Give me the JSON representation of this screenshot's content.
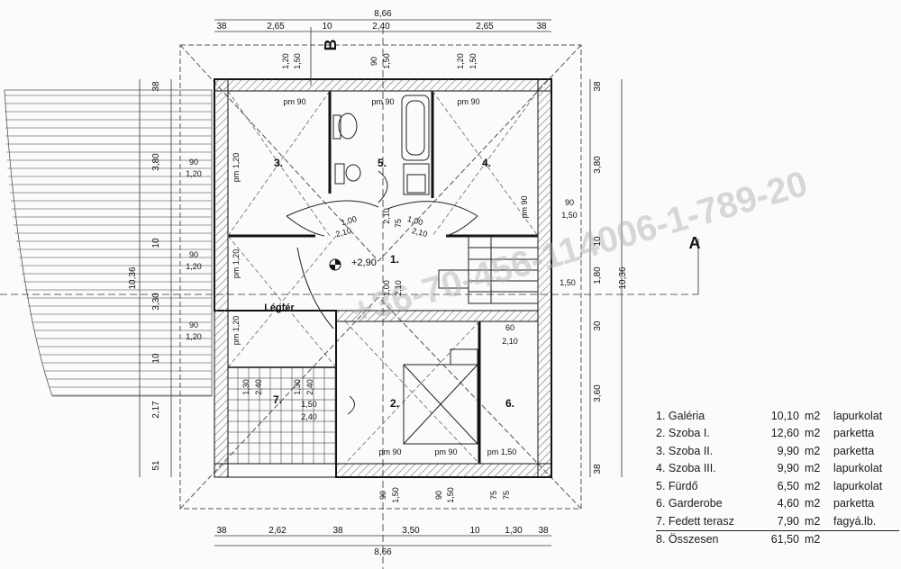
{
  "dims": {
    "top_total": "8,66",
    "top_segments": [
      "38",
      "2,65",
      "10",
      "2,40",
      "2,65",
      "38"
    ],
    "bottom_total": "8,66",
    "bottom_segments": [
      "38",
      "2,62",
      "38",
      "3,50",
      "10",
      "1,30",
      "38"
    ],
    "left_total": "10,36",
    "left_segments": [
      "38",
      "3,80",
      "10",
      "3,30",
      "10",
      "2,17",
      "51"
    ],
    "right_total": "10,36",
    "right_segments": [
      "38",
      "3,80",
      "10",
      "1,80",
      "30",
      "3,60",
      "38"
    ]
  },
  "section_labels": {
    "b": "B",
    "a": "A"
  },
  "rooms": {
    "r1": "1.",
    "r2": "2.",
    "r3": "3.",
    "r4": "4.",
    "r5": "5.",
    "r6": "6.",
    "r7": "7.",
    "legter": "Légtér",
    "level": "+2,90"
  },
  "openings": {
    "top_win_left_h": "1,20",
    "top_win_left_w": "1,50",
    "top_win_mid_h": "90",
    "top_win_mid_w": "1,50",
    "top_win_right_h": "1,20",
    "top_win_right_w": "1,50",
    "pm_top_left": "pm 90",
    "pm_top_mid": "pm 90",
    "pm_top_right": "pm 90",
    "left_win1_a": "90",
    "left_win1_b": "1,20",
    "left_win2_a": "90",
    "left_win2_b": "1,20",
    "left_win3_a": "90",
    "left_win3_b": "1,20",
    "pm_left1": "pm 1,20",
    "pm_left2": "pm 1,20",
    "pm_left3": "pm 1,20",
    "right_win_a": "90",
    "right_win_b": "1,50",
    "right_win2": "1,50",
    "pm_right": "pm 90",
    "door_l_a": "1,00",
    "door_l_b": "2,10",
    "door_r_a": "1,00",
    "door_r_b": "2,10",
    "door_c_a": "75",
    "door_c_b": "2,10",
    "door_mid_a": "1,00",
    "door_mid_b": "2,10",
    "door_60": "60",
    "door_60_b": "2,10",
    "terrace_a": "1,30",
    "terrace_b": "2,40",
    "terrace_c": "1,30",
    "terrace_d": "2,40",
    "terrace_e": "1,50",
    "terrace_f": "2,40",
    "pm_bot1": "pm 90",
    "pm_bot2": "pm 90",
    "pm_bot3": "pm 1,50",
    "bot_w1_a": "90",
    "bot_w1_b": "1,50",
    "bot_w2_a": "90",
    "bot_w2_b": "1,50",
    "bot_w3_a": "75",
    "bot_w3_b": "75"
  },
  "watermark": "+36-70-456-114006-1-789-20",
  "legend": [
    {
      "name": "1. Galéria",
      "area": "10,10",
      "unit": "m2",
      "material": "lapurkolat"
    },
    {
      "name": "2. Szoba I.",
      "area": "12,60",
      "unit": "m2",
      "material": "parketta"
    },
    {
      "name": "3. Szoba II.",
      "area": "9,90",
      "unit": "m2",
      "material": "parketta"
    },
    {
      "name": "4. Szoba III.",
      "area": "9,90",
      "unit": "m2",
      "material": "lapurkolat"
    },
    {
      "name": "5. Fürdő",
      "area": "6,50",
      "unit": "m2",
      "material": "lapurkolat"
    },
    {
      "name": "6. Garderobe",
      "area": "4,60",
      "unit": "m2",
      "material": "parketta"
    },
    {
      "name": "7. Fedett terasz",
      "area": "7,90",
      "unit": "m2",
      "material": "fagyá.lb."
    },
    {
      "name": "8. Összesen",
      "area": "61,50",
      "unit": "m2",
      "material": ""
    }
  ]
}
